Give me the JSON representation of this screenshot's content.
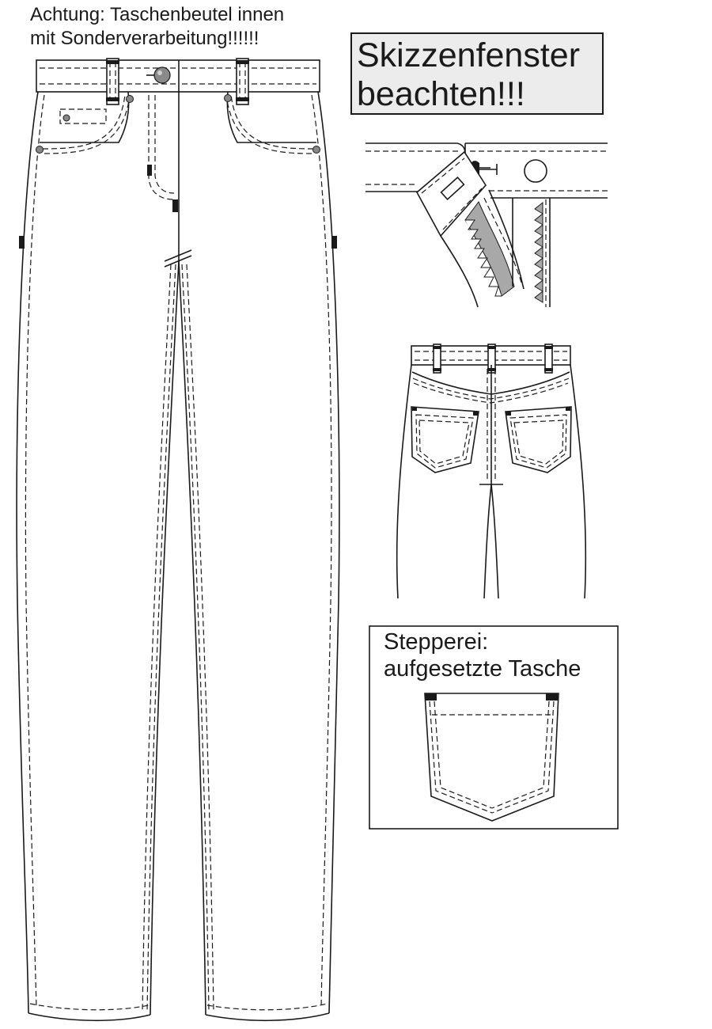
{
  "notes": {
    "warning_line1": "Achtung: Taschenbeutel innen",
    "warning_line2": "mit Sonderverarbeitung!!!!!!"
  },
  "callout": {
    "line1": "Skizzenfenster",
    "line2": "beachten!!!"
  },
  "stitching_box": {
    "line1": "Stepperei:",
    "line2": "aufgesetzte Tasche"
  },
  "colors": {
    "line": "#1a1a1a",
    "callout_bg": "#ececec",
    "rivet": "#888888",
    "zip_tape": "#a8a8a8"
  }
}
